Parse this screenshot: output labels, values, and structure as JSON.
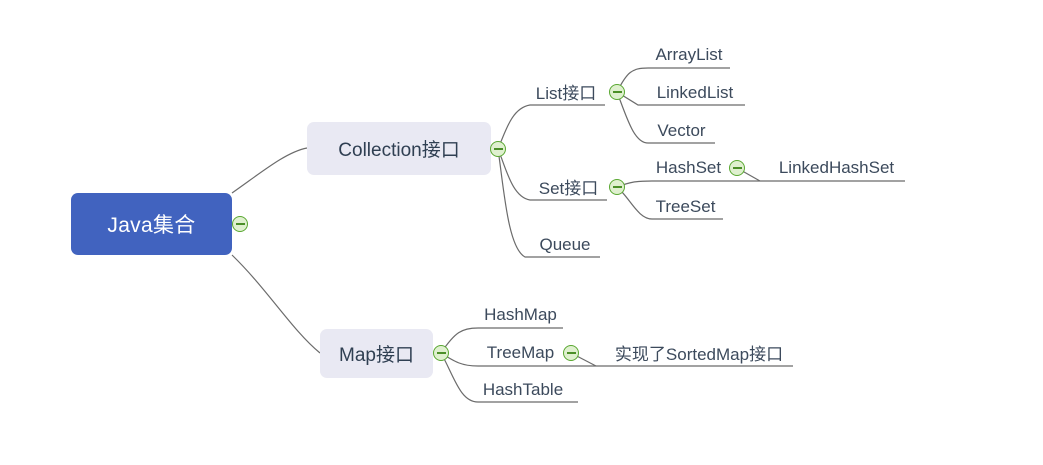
{
  "diagram": {
    "type": "mindmap",
    "title": "Java集合",
    "background_color": "#ffffff",
    "colors": {
      "root_fill": "#4163BF",
      "root_text": "#ffffff",
      "branch_fill": "#E9E9F3",
      "branch_text": "#2f3f52",
      "leaf_text": "#3c4a5c",
      "edge_stroke": "#6b6b6b",
      "toggle_stroke": "#5aa832",
      "toggle_fill": "#dff0cf"
    },
    "toggle_icon_name": "collapse-minus-icon",
    "toggle_state": "expanded"
  },
  "nodes": {
    "root": {
      "label": "Java集合"
    },
    "collection": {
      "label": "Collection接口"
    },
    "list": {
      "label": "List接口"
    },
    "arraylist": {
      "label": "ArrayList"
    },
    "linkedlist": {
      "label": "LinkedList"
    },
    "vector": {
      "label": "Vector"
    },
    "set": {
      "label": "Set接口"
    },
    "hashset": {
      "label": "HashSet"
    },
    "linkedhashset": {
      "label": "LinkedHashSet"
    },
    "treeset": {
      "label": "TreeSet"
    },
    "queue": {
      "label": "Queue"
    },
    "map": {
      "label": "Map接口"
    },
    "hashmap": {
      "label": "HashMap"
    },
    "treemap": {
      "label": "TreeMap"
    },
    "sortedmap_note": {
      "label": "实现了SortedMap接口"
    },
    "hashtable": {
      "label": "HashTable"
    }
  },
  "hierarchy": [
    {
      "label": "Java集合",
      "children": [
        {
          "label": "Collection接口",
          "children": [
            {
              "label": "List接口",
              "children": [
                {
                  "label": "ArrayList"
                },
                {
                  "label": "LinkedList"
                },
                {
                  "label": "Vector"
                }
              ]
            },
            {
              "label": "Set接口",
              "children": [
                {
                  "label": "HashSet",
                  "children": [
                    {
                      "label": "LinkedHashSet"
                    }
                  ]
                },
                {
                  "label": "TreeSet"
                }
              ]
            },
            {
              "label": "Queue"
            }
          ]
        },
        {
          "label": "Map接口",
          "children": [
            {
              "label": "HashMap"
            },
            {
              "label": "TreeMap",
              "children": [
                {
                  "label": "实现了SortedMap接口"
                }
              ]
            },
            {
              "label": "HashTable"
            }
          ]
        }
      ]
    }
  ]
}
